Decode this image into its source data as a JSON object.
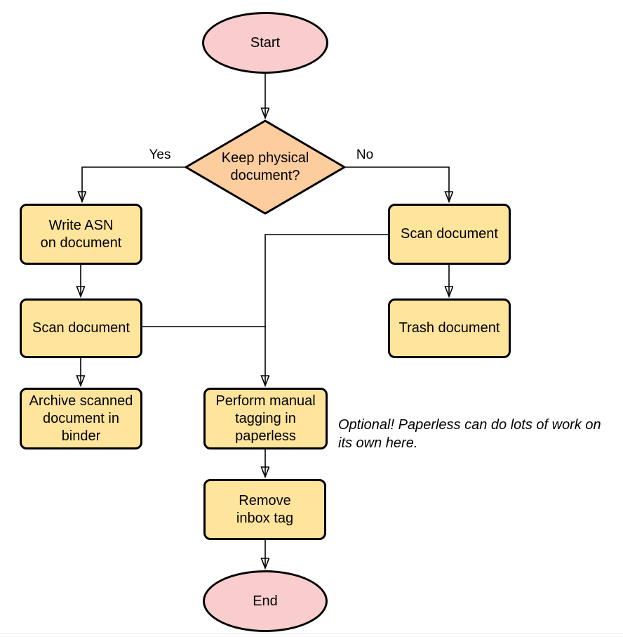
{
  "colors": {
    "terminal_fill": "#F9CDCE",
    "decision_fill": "#FECD9E",
    "process_fill": "#FFE49C",
    "stroke": "#000000",
    "text": "#000000",
    "bottom_edge": "#e9edf2"
  },
  "nodes": {
    "start": {
      "label": "Start",
      "type": "terminal"
    },
    "decision": {
      "label": [
        "Keep physical",
        "document?"
      ],
      "type": "decision"
    },
    "write_asn": {
      "label": [
        "Write ASN",
        "on document"
      ],
      "type": "process"
    },
    "scan_left": {
      "label": "Scan document",
      "type": "process"
    },
    "archive": {
      "label": [
        "Archive scanned",
        "document in",
        "binder"
      ],
      "type": "process"
    },
    "scan_right": {
      "label": "Scan document",
      "type": "process"
    },
    "trash": {
      "label": "Trash document",
      "type": "process"
    },
    "tagging": {
      "label": [
        "Perform manual",
        "tagging in",
        "paperless"
      ],
      "type": "process"
    },
    "remove_inbox": {
      "label": [
        "Remove",
        "inbox tag"
      ],
      "type": "process"
    },
    "end": {
      "label": "End",
      "type": "terminal"
    }
  },
  "edge_labels": {
    "yes": "Yes",
    "no": "No"
  },
  "annotation": {
    "text": [
      "Optional! Paperless can do lots of work on",
      "its own here."
    ]
  }
}
